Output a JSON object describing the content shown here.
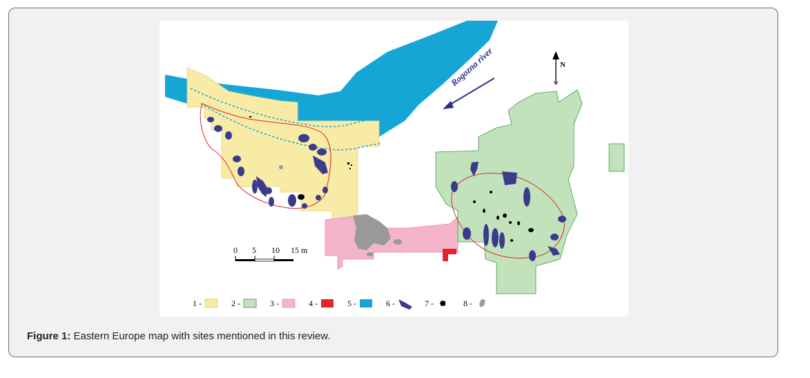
{
  "caption": {
    "label": "Figure 1:",
    "text": " Eastern Europe map with sites mentioned in this review."
  },
  "map": {
    "river_label": "Rogozna river",
    "north_label": "N",
    "scale_bar": {
      "ticks": [
        "0",
        "5",
        "10",
        "15 m"
      ]
    },
    "legend": [
      {
        "num": "1 -",
        "color": "#f7eba6"
      },
      {
        "num": "2 -",
        "color": "#c2e2bc"
      },
      {
        "num": "3 -",
        "color": "#f3b3cb"
      },
      {
        "num": "4 -",
        "color": "#e3242b"
      },
      {
        "num": "5 -",
        "color": "#16a6d6"
      },
      {
        "num": "6 -",
        "color": "#3b3b8c"
      },
      {
        "num": "7 -",
        "color": "#000000"
      },
      {
        "num": "8 -",
        "color": "#999999"
      }
    ]
  },
  "colors": {
    "yellow_zone": "#f7eba6",
    "green_zone": "#c2e2bc",
    "pink_zone": "#f3b3cb",
    "red_zone": "#e3242b",
    "river": "#16a6d6",
    "pits": "#3b3b8c",
    "black_features": "#000000",
    "grey_features": "#999999",
    "outline": "#d62a2a"
  }
}
